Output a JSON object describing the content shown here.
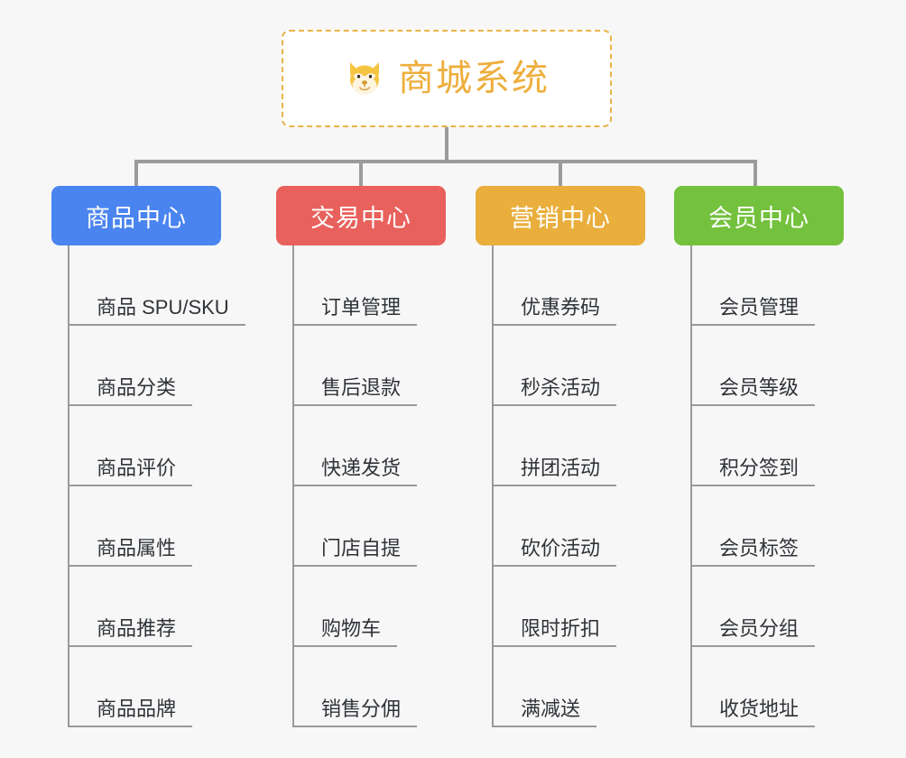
{
  "page": {
    "background_color": "#f7f7f7",
    "kind": "mindmap"
  },
  "root": {
    "title": "商城系统",
    "icon": "shiba-dog-emoji",
    "emoji": "🐶",
    "text_color": "#eeae3c",
    "border_color": "#eab34a",
    "background_color": "#ffffff"
  },
  "connector": {
    "color": "#9b9b9b"
  },
  "categories": [
    {
      "label": "商品中心",
      "color": "#4a84ef",
      "items": [
        "商品 SPU/SKU",
        "商品分类",
        "商品评价",
        "商品属性",
        "商品推荐",
        "商品品牌"
      ]
    },
    {
      "label": "交易中心",
      "color": "#e8615c",
      "items": [
        "订单管理",
        "售后退款",
        "快递发货",
        "门店自提",
        "购物车",
        "销售分佣"
      ]
    },
    {
      "label": "营销中心",
      "color": "#e9ae3c",
      "items": [
        "优惠券码",
        "秒杀活动",
        "拼团活动",
        "砍价活动",
        "限时折扣",
        "满减送"
      ]
    },
    {
      "label": "会员中心",
      "color": "#73c13d",
      "items": [
        "会员管理",
        "会员等级",
        "积分签到",
        "会员标签",
        "会员分组",
        "收货地址"
      ]
    }
  ]
}
